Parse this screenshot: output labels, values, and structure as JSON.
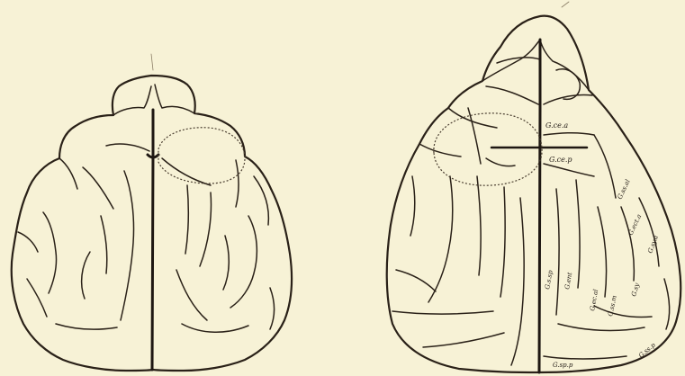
{
  "plate": {
    "background_color": "#f7f2d6",
    "ink_color": "#2a2118"
  },
  "right_brain": {
    "labels": {
      "g_ce_a": "G.ce.a",
      "g_ce_p": "G.ce.p",
      "g_ss_al": "G.ss.al",
      "g_ect_a": "G.ect.a",
      "g_sy_a": "G.sy.a",
      "g_s_sp": "G.s.sp",
      "g_ent": "G.ent",
      "g_ec_al": "G.ec.al",
      "g_ss_m": "G.ss.m",
      "g_sy": "G.sy",
      "g_ss_p": "G.ss.p",
      "g_sp_p": "G.sp.p"
    }
  }
}
